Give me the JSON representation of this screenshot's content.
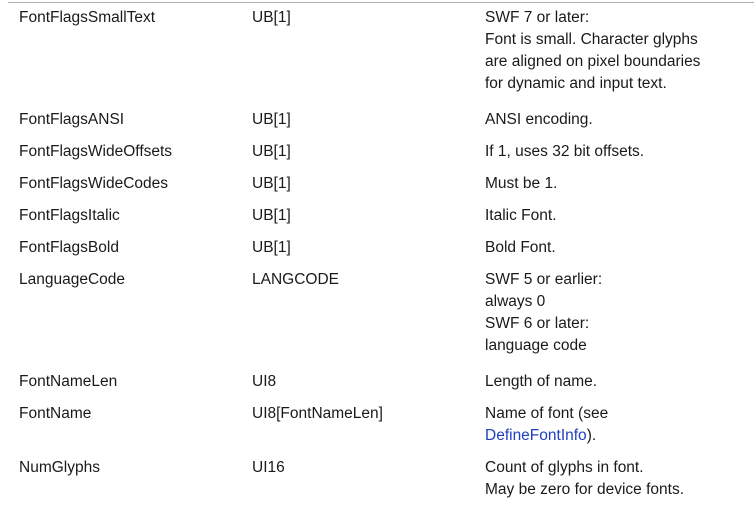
{
  "rows": [
    {
      "field": "FontFlagsSmallText",
      "type": "UB[1]",
      "comment": [
        "SWF 7 or later:",
        "Font is small. Character glyphs",
        "are aligned on pixel boundaries",
        "for dynamic and input text."
      ]
    },
    {
      "field": "FontFlagsANSI",
      "type": "UB[1]",
      "comment": [
        "ANSI encoding."
      ]
    },
    {
      "field": "FontFlagsWideOffsets",
      "type": "UB[1]",
      "comment": [
        "If 1, uses 32 bit offsets."
      ]
    },
    {
      "field": "FontFlagsWideCodes",
      "type": "UB[1]",
      "comment": [
        "Must be 1."
      ]
    },
    {
      "field": "FontFlagsItalic",
      "type": "UB[1]",
      "comment": [
        "Italic Font."
      ]
    },
    {
      "field": "FontFlagsBold",
      "type": "UB[1]",
      "comment": [
        "Bold Font."
      ]
    },
    {
      "field": "LanguageCode",
      "type": "LANGCODE",
      "comment": [
        "SWF 5 or earlier:",
        "always 0",
        "SWF 6 or later:",
        "language code"
      ]
    },
    {
      "field": "FontNameLen",
      "type": "UI8",
      "comment": [
        "Length of name."
      ]
    },
    {
      "field": "FontName",
      "type": "UI8[FontNameLen]",
      "comment_prefix": "Name of font (see",
      "comment_link": "DefineFontInfo",
      "comment_suffix": ")."
    },
    {
      "field": "NumGlyphs",
      "type": "UI16",
      "comment": [
        "Count of glyphs in font.",
        "May be zero for device fonts."
      ]
    }
  ],
  "colors": {
    "link": "#1f3fbf",
    "rule": "#b0b0b0",
    "text": "#1a1a1a"
  }
}
